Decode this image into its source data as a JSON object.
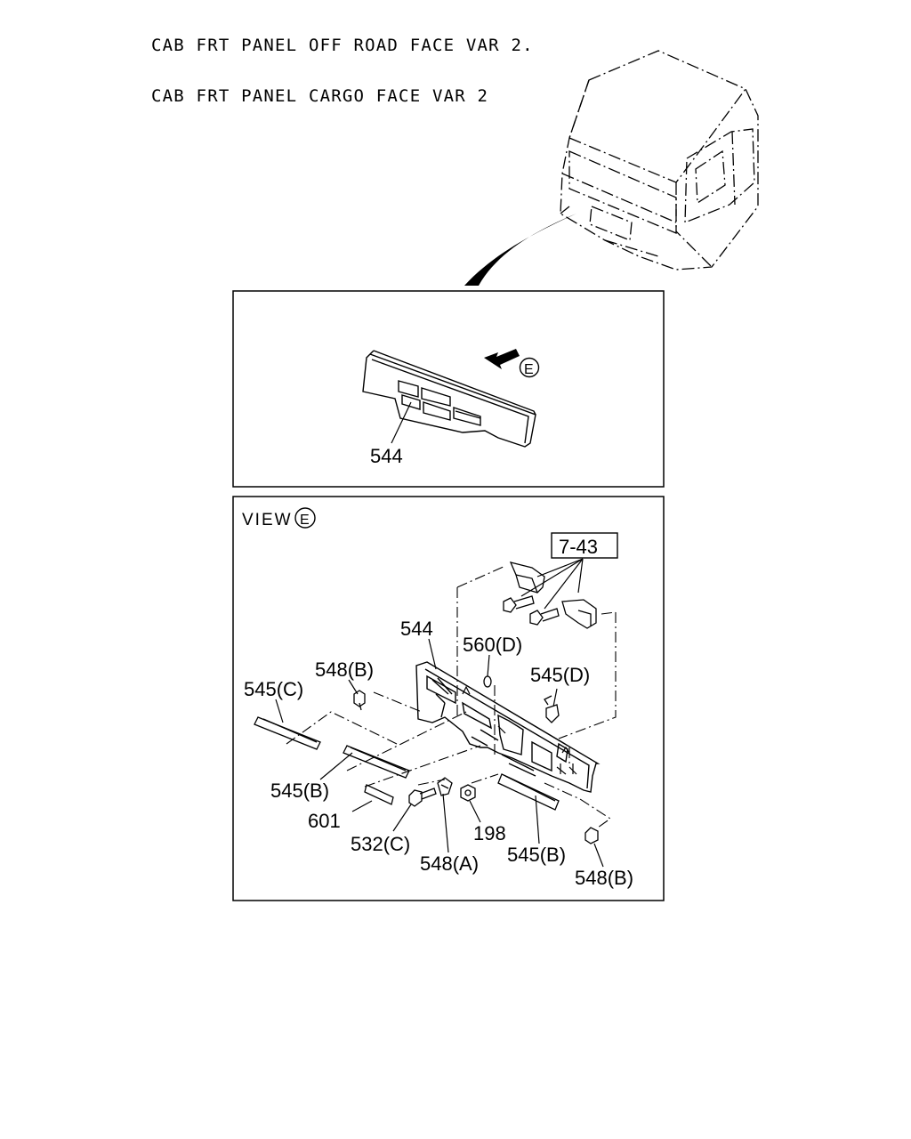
{
  "header": {
    "line1": "CAB FRT PANEL OFF ROAD FACE VAR 2.",
    "line2": "CAB FRT PANEL CARGO FACE VAR 2"
  },
  "overview": {
    "part_544": "544",
    "view_marker": "E"
  },
  "view_panel": {
    "title": "VIEW",
    "title_marker": "E",
    "ref_box": "7-43",
    "callouts": {
      "p544": "544",
      "p560d": "560(D)",
      "p548b_top": "548(B)",
      "p545c": "545(C)",
      "p545d": "545(D)",
      "p545b_left": "545(B)",
      "p601": "601",
      "p532c": "532(C)",
      "p548a": "548(A)",
      "p198": "198",
      "p545b_right": "545(B)",
      "p548b_bottom": "548(B)"
    }
  }
}
